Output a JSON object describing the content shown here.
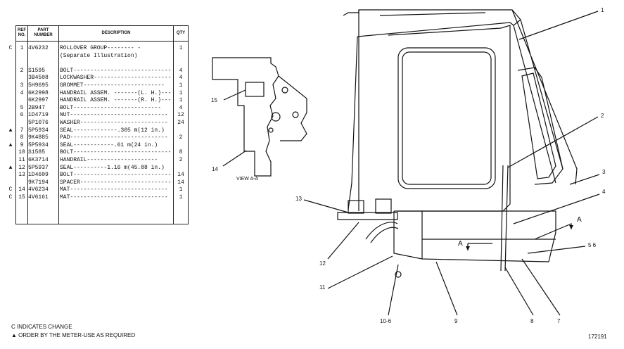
{
  "table": {
    "headers": {
      "ref_no_1": "REF",
      "ref_no_2": "NO.",
      "part_number_1": "PART",
      "part_number_2": "NUMBER",
      "description": "DESCRIPTION",
      "qty": "QTY"
    },
    "rows": [
      {
        "mark": "C",
        "ref": "1",
        "part": "4V6232",
        "desc": "ROLLOVER GROUP--------  -",
        "qty": "1"
      },
      {
        "mark": "",
        "ref": "",
        "part": "",
        "desc": "(Separate Illustration)",
        "qty": ""
      },
      {
        "mark": "",
        "ref": "",
        "part": "",
        "desc": "",
        "qty": ""
      },
      {
        "mark": "",
        "ref": "2",
        "part": "S1595",
        "desc": "BOLT-------------------------------",
        "qty": "4"
      },
      {
        "mark": "",
        "ref": "",
        "part": "3B4508",
        "desc": "LOCKWASHER-----------------------",
        "qty": "4"
      },
      {
        "mark": "",
        "ref": "3",
        "part": "5H9695",
        "desc": "GROMMET------------------------",
        "qty": "1"
      },
      {
        "mark": "",
        "ref": "4",
        "part": "6K2998",
        "desc": "HANDRAIL ASSEM. -------(L. H.)---",
        "qty": "1"
      },
      {
        "mark": "",
        "ref": "",
        "part": "6K2997",
        "desc": "HANDRAIL ASSEM. -------(R. H.)---",
        "qty": "1"
      },
      {
        "mark": "",
        "ref": "5",
        "part": "2B947",
        "desc": "BOLT--------------------------",
        "qty": "4"
      },
      {
        "mark": "",
        "ref": "6",
        "part": "1D4719",
        "desc": "NUT-----------------------------",
        "qty": "12"
      },
      {
        "mark": "",
        "ref": "",
        "part": "5P1076",
        "desc": "WASHER--------------------------",
        "qty": "24"
      },
      {
        "mark": "▲",
        "ref": "7",
        "part": "5P5934",
        "desc": "SEAL-------------.305 m(12 in.)",
        "qty": ""
      },
      {
        "mark": "",
        "ref": "8",
        "part": "9K4885",
        "desc": "PAD-----------------------------",
        "qty": "2"
      },
      {
        "mark": "▲",
        "ref": "9",
        "part": "5P5934",
        "desc": "SEAL------------.61 m(24 in.)",
        "qty": ""
      },
      {
        "mark": "",
        "ref": "10",
        "part": "S1585",
        "desc": "BOLT-----------------------------",
        "qty": "8"
      },
      {
        "mark": "",
        "ref": "11",
        "part": "6K3714",
        "desc": "HANDRAIL---------------------",
        "qty": "2"
      },
      {
        "mark": "▲",
        "ref": "12",
        "part": "5P5937",
        "desc": "SEAL----------1.16 m(45.88 in.)",
        "qty": ""
      },
      {
        "mark": "",
        "ref": "13",
        "part": "1D4609",
        "desc": "BOLT-----------------------------",
        "qty": "14"
      },
      {
        "mark": "",
        "ref": "",
        "part": "9K7194",
        "desc": "SPACER----------------------------",
        "qty": "14"
      },
      {
        "mark": "C",
        "ref": "14",
        "part": "4V6234",
        "desc": "MAT-----------------------------",
        "qty": "1"
      },
      {
        "mark": "C",
        "ref": "15",
        "part": "4V6161",
        "desc": "MAT-----------------------------",
        "qty": "1"
      }
    ]
  },
  "view_label": "VIEW A-A",
  "callouts": {
    "c1": "1",
    "c2": "2",
    "c3": "3",
    "c4": "4",
    "c5_6": "5 6",
    "c7": "7",
    "c8": "8",
    "c9": "9",
    "c10_6": "10-6",
    "c11": "11",
    "c12": "12",
    "c13": "13",
    "c14": "14",
    "c15": "15",
    "sectionA_left": "A",
    "sectionA_right": "A"
  },
  "footnotes": {
    "change": "C INDICATES CHANGE",
    "meter": "▲ ORDER BY THE METER-USE AS REQUIRED"
  },
  "figure_number": "172191"
}
